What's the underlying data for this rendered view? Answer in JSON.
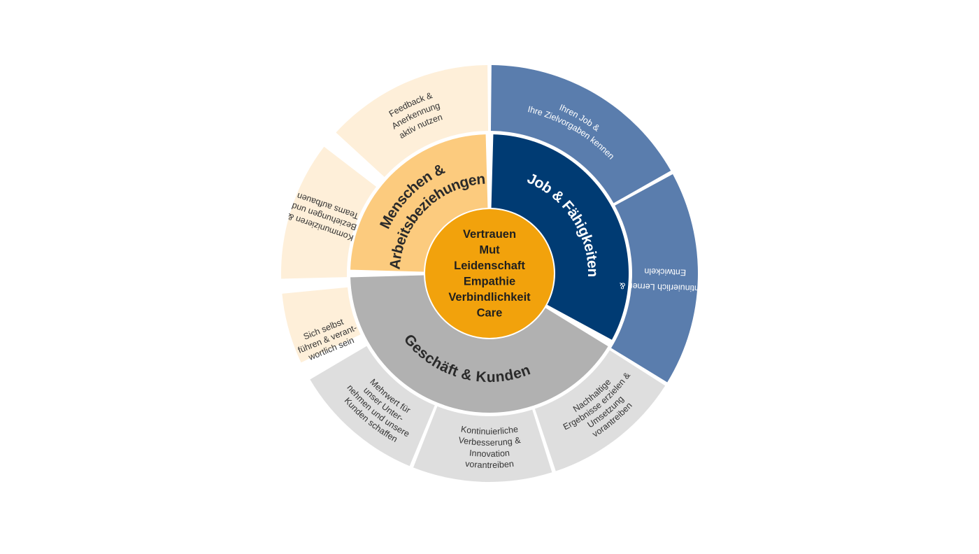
{
  "core": {
    "values": [
      "Vertrauen",
      "Mut",
      "Leidenschaft",
      "Empathie",
      "Verbindlichkeit",
      "Care"
    ],
    "color": "#F2A20C"
  },
  "segments": [
    {
      "id": "menschen",
      "label_lines": [
        "Menschen &",
        "Arbeitsbeziehungen"
      ],
      "color": "#FCCB7E",
      "text_color": "#2a2a2a",
      "outer_color": "#FEEFD9",
      "outer_text_color": "#333333",
      "outer": [
        {
          "lines": [
            "Sich selbst",
            "führen & verant-",
            "wortlich sein"
          ]
        },
        {
          "lines": [
            "Kommunizieren &",
            "Beziehungen und",
            "Teams aufbauen"
          ]
        },
        {
          "lines": [
            "Feedback &",
            "Anerkennung",
            "aktiv nutzen"
          ]
        }
      ]
    },
    {
      "id": "job",
      "label_lines": [
        "Job & Fähigkeiten"
      ],
      "color": "#003B73",
      "text_color": "#ffffff",
      "outer_color": "#5A7DAD",
      "outer_text_color": "#ffffff",
      "outer": [
        {
          "lines": [
            "Ihren Job &",
            "Ihre Zielvorgaben kennen"
          ]
        },
        {
          "lines": [
            "Kontinuierlich Lernen &",
            "Entwickeln"
          ]
        }
      ]
    },
    {
      "id": "geschaeft",
      "label_lines": [
        "Geschäft & Kunden"
      ],
      "color": "#B1B1B1",
      "text_color": "#2a2a2a",
      "outer_color": "#DEDEDE",
      "outer_text_color": "#333333",
      "outer": [
        {
          "lines": [
            "Nachhaltige",
            "Ergebnisse erzielen &",
            "Umsetzung",
            "vorantreiben"
          ]
        },
        {
          "lines": [
            "Kontinuierliche",
            "Verbesserung &",
            "Innovation",
            "vorantreiben"
          ]
        },
        {
          "lines": [
            "Mehrwert für",
            "unser Unter-",
            "nehmen und unsere",
            "Kunden schaffen"
          ]
        }
      ]
    }
  ]
}
